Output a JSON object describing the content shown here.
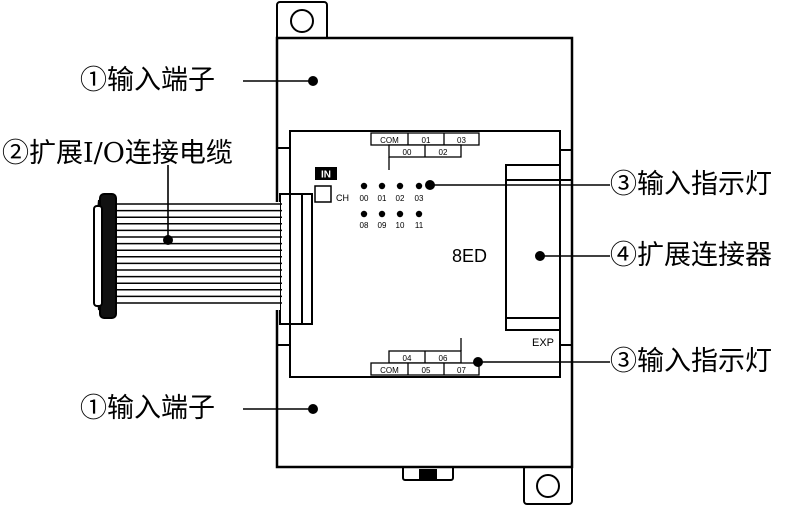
{
  "callouts": {
    "input_terminal_top": "①输入端子",
    "expansion_cable": "②扩展I/O连接电缆",
    "input_indicator_top": "③输入指示灯",
    "expansion_connector": "④扩展连接器",
    "input_indicator_bottom": "③输入指示灯",
    "input_terminal_bottom": "①输入端子"
  },
  "module": {
    "model": "8ED",
    "in_badge": "IN",
    "ch_label": "CH",
    "exp_label": "EXP",
    "top_terminal_labels": {
      "row1": [
        "COM",
        "01",
        "03"
      ],
      "row2": [
        "00",
        "02"
      ]
    },
    "bottom_terminal_labels": {
      "row1": [
        "04",
        "06"
      ],
      "row2": [
        "COM",
        "05",
        "07"
      ]
    },
    "channel_row1": [
      "00",
      "01",
      "02",
      "03"
    ],
    "channel_row2": [
      "08",
      "09",
      "10",
      "11"
    ]
  },
  "colors": {
    "line": "#000000",
    "background": "#ffffff"
  }
}
